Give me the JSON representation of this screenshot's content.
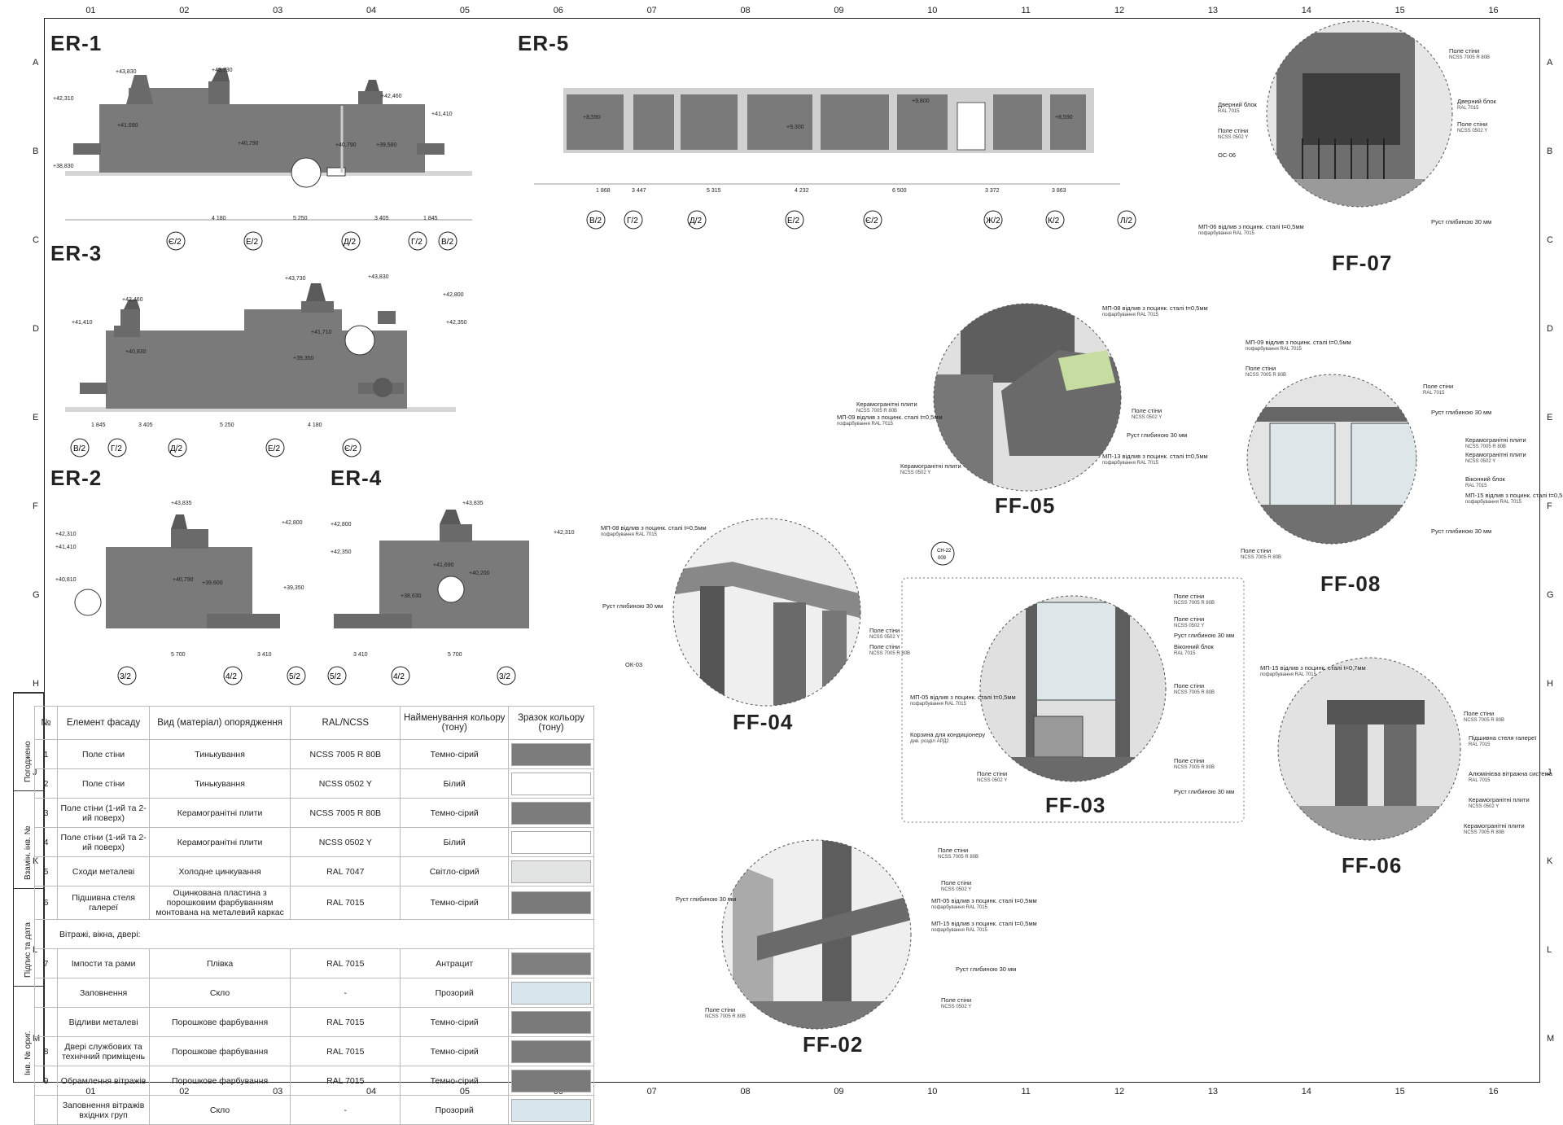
{
  "grid": {
    "columns": [
      "01",
      "02",
      "03",
      "04",
      "05",
      "06",
      "07",
      "08",
      "09",
      "10",
      "11",
      "12",
      "13",
      "14",
      "15",
      "16"
    ],
    "rows": [
      "A",
      "B",
      "C",
      "D",
      "E",
      "F",
      "G",
      "H",
      "J",
      "K",
      "L",
      "M"
    ]
  },
  "stamp": {
    "fields": [
      "Погоджено",
      "Взамін. інв. №",
      "Підпис та дата",
      "Інв. № ориг."
    ]
  },
  "views": {
    "er1": {
      "title": "ER-1",
      "marks": [
        "+43,830",
        "+43,730",
        "+42,310",
        "+42,460",
        "+41,410",
        "+41,690",
        "+40,790",
        "+39,580",
        "+38,830",
        "+40,790"
      ],
      "dims": [
        "4 180",
        "5 250",
        "3 405",
        "1 845"
      ],
      "axes": [
        "Є/2",
        "Е/2",
        "Д/2",
        "Г/2",
        "В/2"
      ]
    },
    "er3": {
      "title": "ER-3",
      "marks": [
        "+43,730",
        "+43,830",
        "+42,460",
        "+42,800",
        "+41,410",
        "+42,350",
        "+40,830",
        "+41,710",
        "+39,350"
      ],
      "dims": [
        "1 845",
        "3 405",
        "5 250",
        "4 180"
      ],
      "axes": [
        "В/2",
        "Г/2",
        "Д/2",
        "Е/2",
        "Є/2"
      ]
    },
    "er2": {
      "title": "ER-2",
      "marks": [
        "+43,835",
        "+42,800",
        "+42,310",
        "+41,410",
        "+40,810",
        "+40,790",
        "+39,600",
        "+39,350"
      ],
      "dims": [
        "5 700",
        "3 410"
      ],
      "axes": [
        "3/2",
        "4/2",
        "5/2"
      ]
    },
    "er4": {
      "title": "ER-4",
      "marks": [
        "+43,835",
        "+42,800",
        "+42,350",
        "+42,310",
        "+41,690",
        "+40,200",
        "+38,630"
      ],
      "dims": [
        "3 410",
        "5 700"
      ],
      "axes": [
        "5/2",
        "4/2",
        "3/2"
      ]
    },
    "er5": {
      "title": "ER-5",
      "marks": [
        "+8,590",
        "+9,800",
        "+9,300",
        "+8,590"
      ],
      "dims": [
        "1 868",
        "3 447",
        "5 315",
        "4 232",
        "6 500",
        "3 372",
        "3 863"
      ],
      "axes": [
        "В/2",
        "Г/2",
        "Д/2",
        "Е/2",
        "Є/2",
        "Ж/2",
        "К/2",
        "Л/2"
      ]
    }
  },
  "details": {
    "ff07": {
      "title": "FF-07",
      "labels": [
        {
          "t": "Поле стіни",
          "s": "NCSS 7005 R 80B"
        },
        {
          "t": "Дверний блок",
          "s": "RAL 7015"
        },
        {
          "t": "Дверний блок",
          "s": "RAL 7015"
        },
        {
          "t": "Поле стіни",
          "s": "NCSS 0502 Y"
        },
        {
          "t": "Поле стіни",
          "s": "NCSS 0502 Y"
        },
        {
          "t": "ОС-06",
          "s": ""
        },
        {
          "t": "Руст глибиною 30 мм",
          "s": ""
        },
        {
          "t": "МП-06 відлив з поцинк. сталі t=0,5мм",
          "s": "пофарбування RAL 7015"
        }
      ]
    },
    "ff05": {
      "title": "FF-05",
      "labels": [
        {
          "t": "МП-08 відлив з поцинк. сталі t=0,5мм",
          "s": "пофарбування RAL 7015"
        },
        {
          "t": "Керамогранітні плити",
          "s": "NCSS 7005 R 80B"
        },
        {
          "t": "МП-09 відлив з поцинк. сталі t=0,5мм",
          "s": "пофарбування RAL 7015"
        },
        {
          "t": "Поле стіни",
          "s": "NCSS 0502 Y"
        },
        {
          "t": "Руст глибиною 30 мм",
          "s": ""
        },
        {
          "t": "Керамогранітні плити",
          "s": "NCSS 0502 Y"
        },
        {
          "t": "МП-13 відлив з поцинк. сталі t=0,5мм",
          "s": "пофарбування RAL 7015"
        }
      ]
    },
    "ff08": {
      "title": "FF-08",
      "labels": [
        {
          "t": "МП-09 відлив з поцинк. сталі t=0,5мм",
          "s": "пофарбування RAL 7015"
        },
        {
          "t": "Поле стіни",
          "s": "NCSS 7005 R 80B"
        },
        {
          "t": "Поле стіни",
          "s": "RAL 7015"
        },
        {
          "t": "Руст глибиною 30 мм",
          "s": ""
        },
        {
          "t": "Керамогранітні плити",
          "s": "NCSS 7005 R 80B"
        },
        {
          "t": "Керамогранітні плити",
          "s": "NCSS 0502 Y"
        },
        {
          "t": "Віконний блок",
          "s": "RAL 7015"
        },
        {
          "t": "МП-15 відлив з поцинк. сталі t=0,5мм",
          "s": "пофарбування RAL 7015"
        },
        {
          "t": "Руст глибиною 30 мм",
          "s": ""
        },
        {
          "t": "Поле стіни",
          "s": "NCSS 7005 R 80B"
        }
      ]
    },
    "ff04": {
      "title": "FF-04",
      "labels": [
        {
          "t": "МП-08 відлив з поцинк. сталі t=0,5мм",
          "s": "пофарбування RAL 7015"
        },
        {
          "t": "Руст глибиною 30 мм",
          "s": ""
        },
        {
          "t": "Поле стіни",
          "s": "NCSS 0502 Y"
        },
        {
          "t": "Поле стіни",
          "s": "NCSS 7005 R 80B"
        },
        {
          "t": "ОК-03",
          "s": ""
        }
      ]
    },
    "ff03": {
      "title": "FF-03",
      "labels": [
        {
          "t": "Поле стіни",
          "s": "NCSS 7005 R 80B"
        },
        {
          "t": "Поле стіни",
          "s": "NCSS 0502 Y"
        },
        {
          "t": "Руст глибиною 30 мм",
          "s": ""
        },
        {
          "t": "Віконний блок",
          "s": "RAL 7015"
        },
        {
          "t": "Поле стіни",
          "s": "NCSS 7005 R 80B"
        },
        {
          "t": "МП-05 відлив з поцинк. сталі t=0,5мм",
          "s": "пофарбування RAL 7015"
        },
        {
          "t": "Корзина для кондиціонеру",
          "s": "див. розділ АРД2"
        },
        {
          "t": "Поле стіни",
          "s": "NCSS 0502 Y"
        },
        {
          "t": "Поле стіни",
          "s": "NCSS 7005 R 80B"
        },
        {
          "t": "Руст глибиною 30 мм",
          "s": ""
        }
      ]
    },
    "ff06": {
      "title": "FF-06",
      "labels": [
        {
          "t": "МП-15 відлив з поцинк. сталі t=0,7мм",
          "s": "пофарбування RAL 7015"
        },
        {
          "t": "Поле стіни",
          "s": "NCSS 7005 R 80B"
        },
        {
          "t": "Підшивна стеля галереї",
          "s": "RAL 7015"
        },
        {
          "t": "Алюмінієва вітражна система",
          "s": "RAL 7015"
        },
        {
          "t": "Керамогранітні плити",
          "s": "NCSS 0502 Y"
        },
        {
          "t": "Керамогранітні плити",
          "s": "NCSS 7005 R 80B"
        }
      ]
    },
    "ff02": {
      "title": "FF-02",
      "labels": [
        {
          "t": "Поле стіни",
          "s": "NCSS 7005 R 80B"
        },
        {
          "t": "Поле стіни",
          "s": "NCSS 0502 Y"
        },
        {
          "t": "Руст глибиною 30 мм",
          "s": ""
        },
        {
          "t": "МП-05 відлив з поцинк. сталі t=0,5мм",
          "s": "пофарбування RAL 7015"
        },
        {
          "t": "МП-15 відлив з поцинк. сталі t=0,5мм",
          "s": "пофарбування RAL 7015"
        },
        {
          "t": "Руст глибиною 30 мм",
          "s": ""
        },
        {
          "t": "Поле стіни",
          "s": "NCSS 7005 R 80B"
        },
        {
          "t": "Поле стіни",
          "s": "NCSS 0502 Y"
        }
      ]
    },
    "callout": {
      "top": "СН-22",
      "bottom": "009"
    }
  },
  "legend": {
    "headers": [
      "№",
      "Елемент фасаду",
      "Вид (матеріал) опорядження",
      "RAL/NCSS",
      "Найменування кольору (тону)",
      "Зразок кольору (тону)"
    ],
    "rows": [
      {
        "n": "1",
        "el": "Поле стіни",
        "mat": "Тинькування",
        "code": "NCSS 7005 R 80B",
        "name": "Темно-сірий",
        "color": "#7c7c7c"
      },
      {
        "n": "2",
        "el": "Поле стіни",
        "mat": "Тинькування",
        "code": "NCSS 0502 Y",
        "name": "Білий",
        "color": "#ffffff"
      },
      {
        "n": "3",
        "el": "Поле стіни (1-ий та 2-ий поверх)",
        "mat": "Керамогранітні плити",
        "code": "NCSS 7005 R 80B",
        "name": "Темно-сірий",
        "color": "#7c7c7c"
      },
      {
        "n": "4",
        "el": "Поле стіни (1-ий та 2-ий поверх)",
        "mat": "Керамогранітні плити",
        "code": "NCSS 0502 Y",
        "name": "Білий",
        "color": "#ffffff"
      },
      {
        "n": "5",
        "el": "Сходи металеві",
        "mat": "Холодне цинкування",
        "code": "RAL 7047",
        "name": "Світло-сірий",
        "color": "#e2e3e3"
      },
      {
        "n": "6",
        "el": "Підшивна стеля галереї",
        "mat": "Оцинкована пластина з порошковим фарбуванням монтована на металевий каркас",
        "code": "RAL 7015",
        "name": "Темно-сірий",
        "color": "#7a7a7a"
      },
      {
        "section": "Вітражі, вікна, двері:"
      },
      {
        "n": "7",
        "el": "Імпости та рами",
        "mat": "Плівка",
        "code": "RAL 7015",
        "name": "Антрацит",
        "color": "#7e7e7e"
      },
      {
        "n": "",
        "el": "Заповнення",
        "mat": "Скло",
        "code": "-",
        "name": "Прозорий",
        "color": "#d8e5ec"
      },
      {
        "n": "",
        "el": "Відливи металеві",
        "mat": "Порошкове фарбування",
        "code": "RAL 7015",
        "name": "Темно-сірий",
        "color": "#7a7a7a"
      },
      {
        "n": "8",
        "el": "Двері службових та технічний приміщень",
        "mat": "Порошкове фарбування",
        "code": "RAL 7015",
        "name": "Темно-сірий",
        "color": "#7a7a7a"
      },
      {
        "n": "9",
        "el": "Обрамлення вітражів",
        "mat": "Порошкове фарбування",
        "code": "RAL 7015",
        "name": "Темно-сірий",
        "color": "#7a7a7a"
      },
      {
        "n": "",
        "el": "Заповнення вітражів вхідних груп",
        "mat": "Скло",
        "code": "-",
        "name": "Прозорий",
        "color": "#d8e5ec"
      }
    ]
  }
}
